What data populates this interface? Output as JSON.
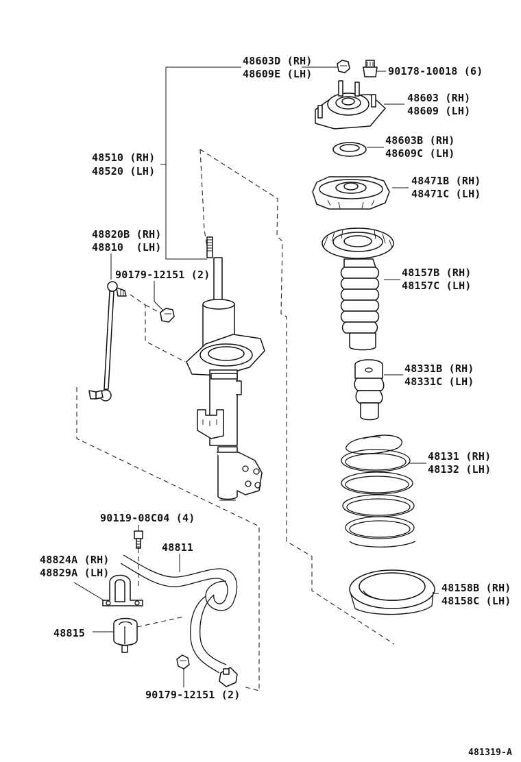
{
  "parts": {
    "p48603D": {
      "rh": "48603D (RH)",
      "lh": "48609E (LH)"
    },
    "p90178": {
      "label": "90178-10018 (6)"
    },
    "p48603": {
      "rh": "48603 (RH)",
      "lh": "48609 (LH)"
    },
    "p48603B": {
      "rh": "48603B (RH)",
      "lh": "48609C (LH)"
    },
    "p48471": {
      "rh": "48471B (RH)",
      "lh": "48471C (LH)"
    },
    "p48510": {
      "rh": "48510 (RH)",
      "lh": "48520 (LH)"
    },
    "p48820": {
      "rh": "48820B (RH)",
      "lh": "48810  (LH)"
    },
    "p90179a": {
      "label": "90179-12151 (2)"
    },
    "p48157": {
      "rh": "48157B (RH)",
      "lh": "48157C (LH)"
    },
    "p48331": {
      "rh": "48331B (RH)",
      "lh": "48331C (LH)"
    },
    "p48131": {
      "rh": "48131 (RH)",
      "lh": "48132 (LH)"
    },
    "p90119": {
      "label": "90119-08C04 (4)"
    },
    "p48811": {
      "label": "48811"
    },
    "p48824": {
      "rh": "48824A (RH)",
      "lh": "48829A (LH)"
    },
    "p48815": {
      "label": "48815"
    },
    "p48158": {
      "rh": "48158B (RH)",
      "lh": "48158C (LH)"
    },
    "p90179b": {
      "label": "90179-12151 (2)"
    }
  },
  "figure_id": "481319-A"
}
